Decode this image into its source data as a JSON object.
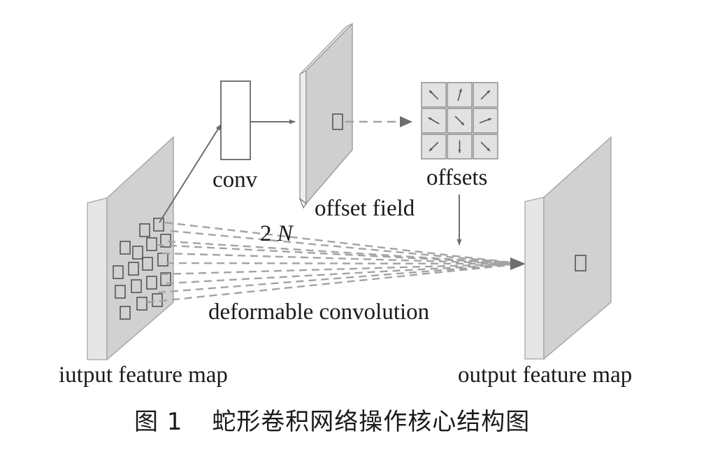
{
  "labels": {
    "conv": "conv",
    "offset_field": "offset field",
    "offsets": "offsets",
    "channels_num": "2",
    "channels_var": "N",
    "deformable": "deformable convolution",
    "input_map": "iutput feature map",
    "output_map": "output feature map"
  },
  "caption": {
    "figure": "图 1",
    "title": "蛇形卷积网络操作核心结构图"
  },
  "offset_grid": {
    "rows": 3,
    "cols": 3,
    "arrow_angles_deg": [
      -135,
      -75,
      -45,
      -150,
      45,
      -20,
      135,
      90,
      45
    ]
  },
  "colors": {
    "panel_face": "#d3d3d3",
    "panel_side": "#e4e4e4",
    "panel_edge": "#a8a8a8",
    "arrow": "#6e6e6e",
    "dashed": "#a3a3a3"
  }
}
